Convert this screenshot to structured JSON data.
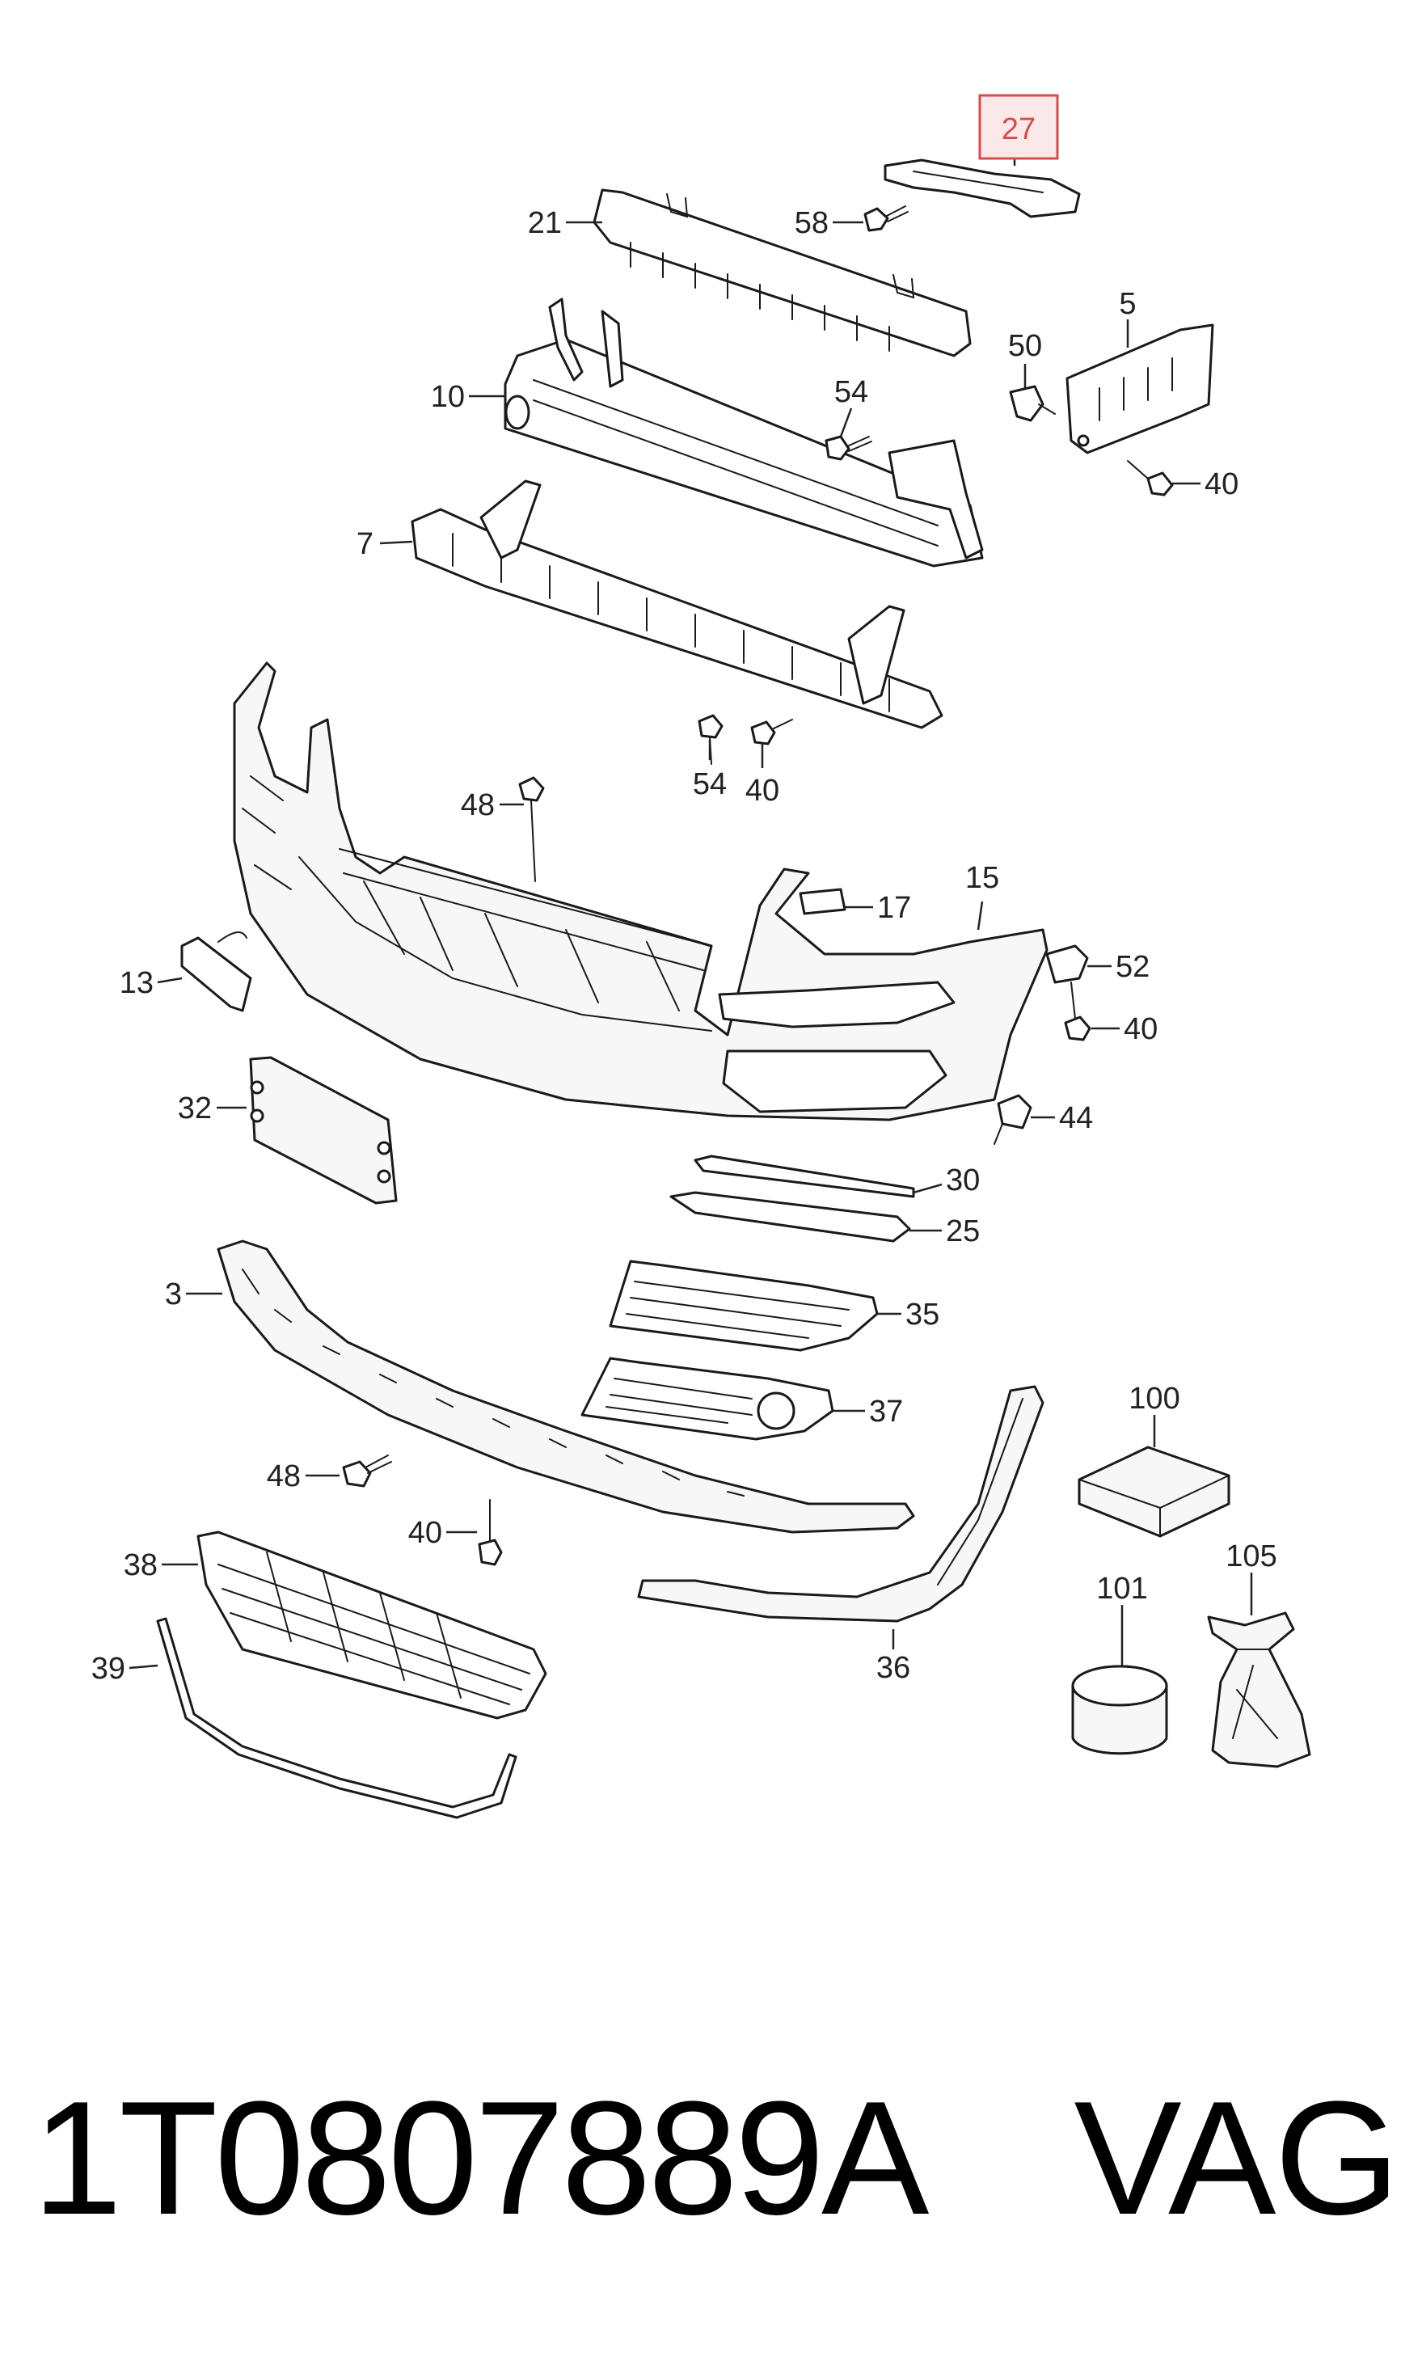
{
  "diagram": {
    "callouts": [
      {
        "id": "c27",
        "label": "27",
        "highlight": true
      },
      {
        "id": "c21",
        "label": "21"
      },
      {
        "id": "c58",
        "label": "58"
      },
      {
        "id": "c5",
        "label": "5"
      },
      {
        "id": "c50",
        "label": "50"
      },
      {
        "id": "c10",
        "label": "10"
      },
      {
        "id": "c54a",
        "label": "54"
      },
      {
        "id": "c40a",
        "label": "40"
      },
      {
        "id": "c7",
        "label": "7"
      },
      {
        "id": "c54b",
        "label": "54"
      },
      {
        "id": "c40b",
        "label": "40"
      },
      {
        "id": "c48a",
        "label": "48"
      },
      {
        "id": "c15",
        "label": "15"
      },
      {
        "id": "c17",
        "label": "17"
      },
      {
        "id": "c52",
        "label": "52"
      },
      {
        "id": "c40c",
        "label": "40"
      },
      {
        "id": "c13",
        "label": "13"
      },
      {
        "id": "c44",
        "label": "44"
      },
      {
        "id": "c32",
        "label": "32"
      },
      {
        "id": "c30",
        "label": "30"
      },
      {
        "id": "c25",
        "label": "25"
      },
      {
        "id": "c3",
        "label": "3"
      },
      {
        "id": "c35",
        "label": "35"
      },
      {
        "id": "c37",
        "label": "37"
      },
      {
        "id": "c100",
        "label": "100"
      },
      {
        "id": "c48b",
        "label": "48"
      },
      {
        "id": "c40d",
        "label": "40"
      },
      {
        "id": "c105",
        "label": "105"
      },
      {
        "id": "c101",
        "label": "101"
      },
      {
        "id": "c38",
        "label": "38"
      },
      {
        "id": "c36",
        "label": "36"
      },
      {
        "id": "c39",
        "label": "39"
      }
    ],
    "highlight_color": "#d94a4a"
  },
  "footer": {
    "part_number": "1T0807889A",
    "brand": "VAG"
  }
}
